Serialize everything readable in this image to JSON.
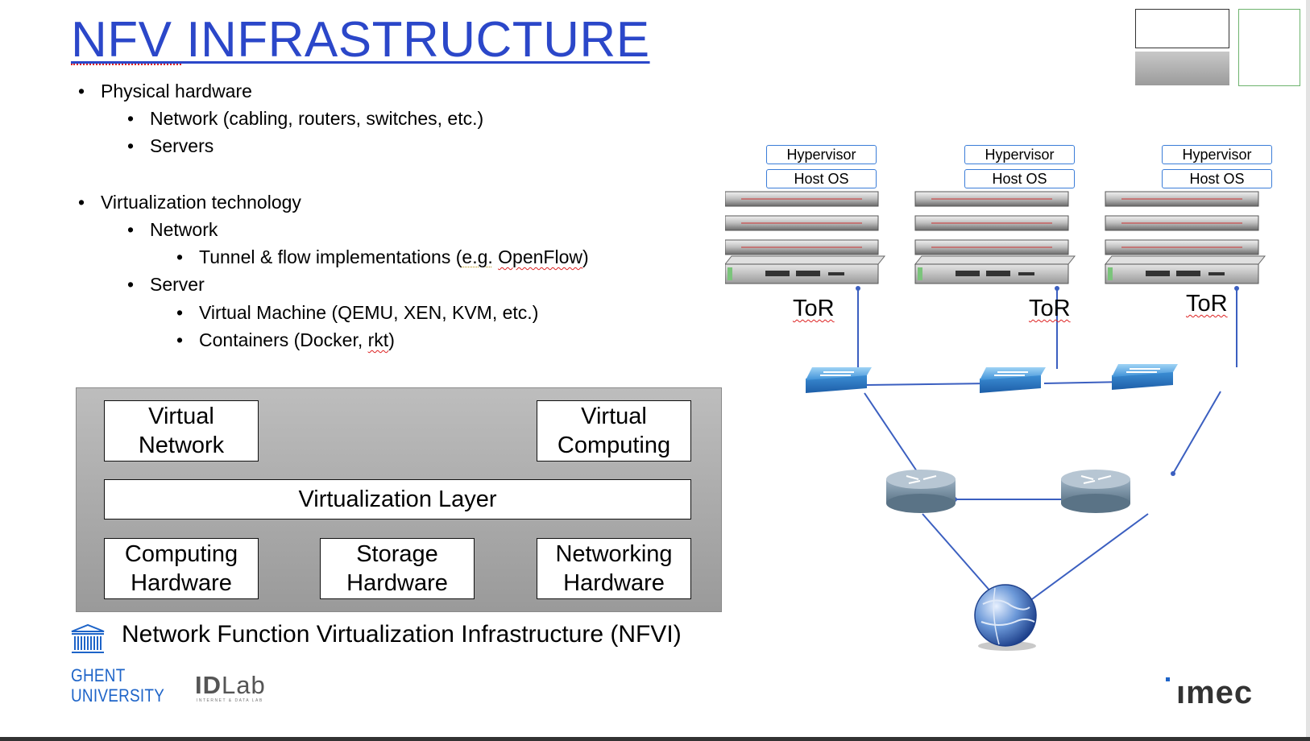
{
  "title": "NFV INFRASTRUCTURE",
  "bullets": {
    "physical": "Physical hardware",
    "network_phys": "Network (cabling, routers, switches, etc.)",
    "servers": "Servers",
    "virt": "Virtualization technology",
    "network_virt": "Network",
    "tunnel_prefix": "Tunnel & flow implementations (",
    "tunnel_eg": "e.g.",
    "tunnel_space": " ",
    "tunnel_openflow": "OpenFlow",
    "tunnel_suffix": ")",
    "server": "Server",
    "vm": "Virtual Machine (QEMU, XEN, KVM, etc.)",
    "containers_prefix": "Containers (Docker, ",
    "containers_rkt": "rkt",
    "containers_suffix": ")"
  },
  "nfvi": {
    "virtual_network": "Virtual\nNetwork",
    "virtual_computing": "Virtual\nComputing",
    "virtualization_layer": "Virtualization Layer",
    "computing_hw": "Computing\nHardware",
    "storage_hw": "Storage\nHardware",
    "networking_hw": "Networking\nHardware",
    "caption": "Network Function Virtualization Infrastructure (NFVI)"
  },
  "topology": {
    "hypervisor": "Hypervisor",
    "host_os": "Host OS",
    "tor": "ToR"
  },
  "logos": {
    "ugent_line1": "GHENT",
    "ugent_line2": "UNIVERSITY",
    "idlab_bold": "ID",
    "idlab_rest": "Lab",
    "idlab_sub": "INTERNET & DATA LAB",
    "imec": "ımec"
  },
  "colors": {
    "title": "#2b47c9",
    "link": "#3b5fc0",
    "ugent_blue": "#1e64c8"
  },
  "icons": [
    "server-rack-icon",
    "network-switch-icon",
    "router-icon",
    "globe-icon",
    "university-building-icon"
  ]
}
